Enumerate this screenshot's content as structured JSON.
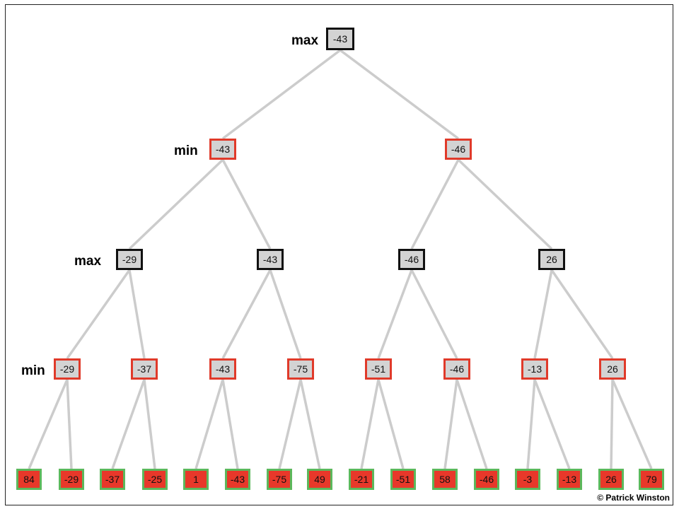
{
  "levels": [
    {
      "label": "max",
      "values": [
        "-43"
      ]
    },
    {
      "label": "min",
      "values": [
        "-43",
        "-46"
      ]
    },
    {
      "label": "max",
      "values": [
        "-29",
        "-43",
        "-46",
        "26"
      ]
    },
    {
      "label": "min",
      "values": [
        "-29",
        "-37",
        "-43",
        "-75",
        "-51",
        "-46",
        "-13",
        "26"
      ]
    },
    {
      "label": "",
      "values": [
        "84",
        "-29",
        "-37",
        "-25",
        "1",
        "-43",
        "-75",
        "49",
        "-21",
        "-51",
        "58",
        "-46",
        "-3",
        "-13",
        "26",
        "79"
      ]
    }
  ],
  "colors": {
    "max_fill": "#d3d3d3",
    "max_border": "#111111",
    "min_fill": "#d3d3d3",
    "min_border": "#e03a2a",
    "leaf_fill": "#e8382a",
    "leaf_border": "#5cb85c",
    "edge": "#cccccc"
  },
  "credit": "© Patrick Winston"
}
